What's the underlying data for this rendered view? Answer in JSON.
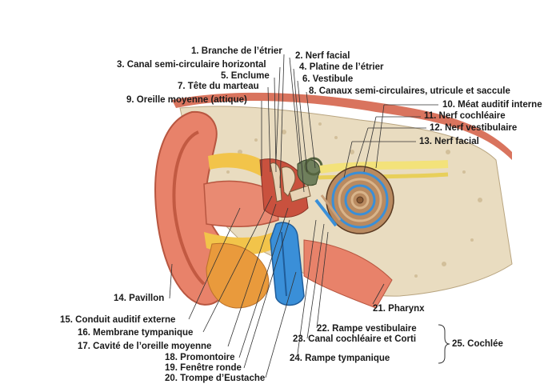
{
  "labels": {
    "l1": "1. Branche de l’étrier",
    "l2": "2. Nerf facial",
    "l3": "3. Canal semi-circulaire horizontal",
    "l4": "4. Platine de l’étrier",
    "l5": "5. Enclume",
    "l6": "6. Vestibule",
    "l7": "7. Tête du marteau",
    "l8": "8. Canaux semi-circulaires, utricule et saccule",
    "l9": "9. Oreille moyenne (attique)",
    "l10": "10. Méat auditif interne",
    "l11": "11. Nerf cochléaire",
    "l12": "12. Nerf vestibulaire",
    "l13": "13. Nerf facial",
    "l14": "14. Pavillon",
    "l15": "15. Conduit auditif externe",
    "l16": "16. Membrane tympanique",
    "l17": "17. Cavité de l’oreille moyenne",
    "l18": "18. Promontoire",
    "l19": "19. Fenêtre ronde",
    "l20": "20. Trompe d’Eustache",
    "l21": "21. Pharynx",
    "l22": "22. Rampe vestibulaire",
    "l23": "23. Canal cochléaire et Corti",
    "l24": "24. Rampe tympanique",
    "l25": "25. Cochlée"
  },
  "colors": {
    "skin": "#e8826a",
    "skin_dark": "#c85a44",
    "bone": "#e9dcc0",
    "fat": "#f2c44a",
    "muscle": "#e99a3c",
    "nerve": "#f3e27a",
    "tube": "#3a8fd8",
    "cochlea": "#b98a60",
    "leader": "#333333"
  }
}
